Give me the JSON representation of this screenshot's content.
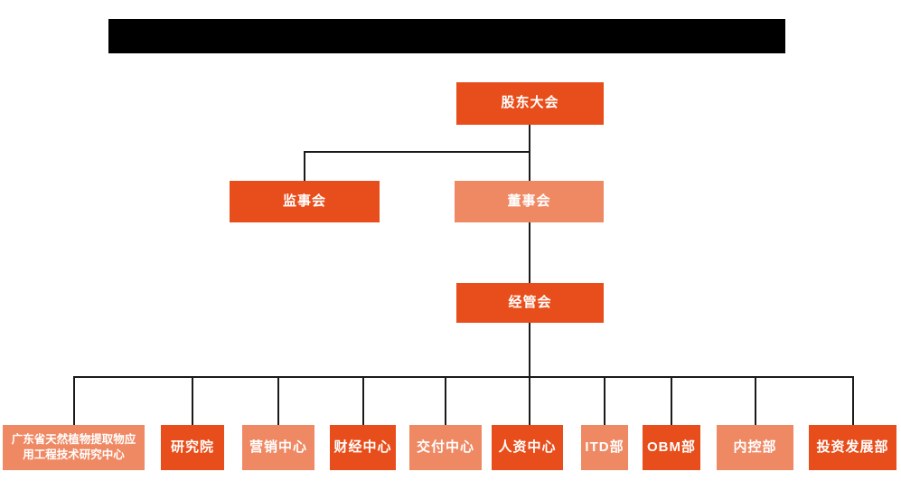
{
  "colors": {
    "primary": "#E84E1B",
    "secondary": "#EF8964",
    "line": "#1a1a1a",
    "redacted_bar": "#000000",
    "box_text": "#ffffff",
    "background": "#ffffff"
  },
  "title_bar": {
    "redacted": true,
    "text": ""
  },
  "org": {
    "level1": {
      "label": "股东大会",
      "variant": "primary"
    },
    "level2": [
      {
        "label": "监事会",
        "variant": "primary"
      },
      {
        "label": "董事会",
        "variant": "secondary"
      }
    ],
    "level3": {
      "label": "经管会",
      "variant": "primary"
    },
    "level4": [
      {
        "label": "广东省天然植物提取物应用工程技术研究中心",
        "variant": "secondary"
      },
      {
        "label": "研究院",
        "variant": "primary"
      },
      {
        "label": "营销中心",
        "variant": "secondary"
      },
      {
        "label": "财经中心",
        "variant": "primary"
      },
      {
        "label": "交付中心",
        "variant": "secondary"
      },
      {
        "label": "人资中心",
        "variant": "primary"
      },
      {
        "label": "ITD部",
        "variant": "secondary"
      },
      {
        "label": "OBM部",
        "variant": "primary"
      },
      {
        "label": "内控部",
        "variant": "secondary"
      },
      {
        "label": "投资发展部",
        "variant": "primary"
      }
    ]
  }
}
